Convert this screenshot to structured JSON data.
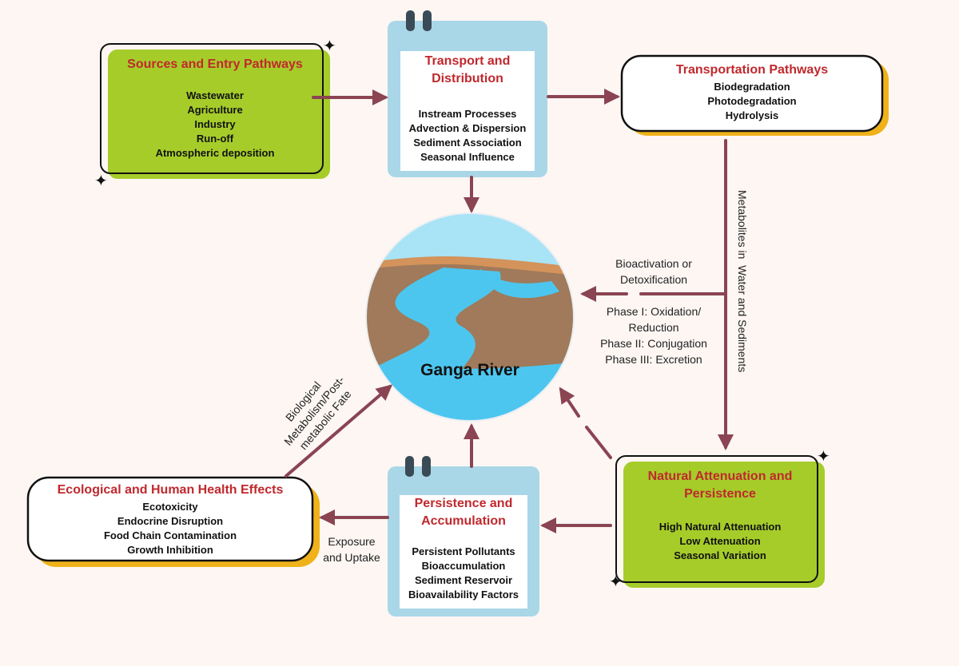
{
  "colors": {
    "background": "#fdf6f3",
    "arrow": "#8a4452",
    "green_box": "#a6cc2a",
    "orange_shadow": "#f0b21a",
    "clipboard_blue": "#a9d7e8",
    "title_red": "#c0282d",
    "river_water": "#4cc6ef",
    "river_bank": "#a07a5a",
    "sky": "#a9e3f6"
  },
  "sources": {
    "title": "Sources and Entry Pathways",
    "items": [
      "Wastewater",
      "Agriculture",
      "Industry",
      "Run-off",
      "Atmospheric deposition"
    ]
  },
  "transport": {
    "title_line1": "Transport and",
    "title_line2": "Distribution",
    "items": [
      "Instream Processes",
      "Advection & Dispersion",
      "Sediment Association",
      "Seasonal  Influence"
    ]
  },
  "pathways": {
    "title": "Transportation Pathways",
    "items": [
      "Biodegradation",
      "Photodegradation",
      "Hydrolysis"
    ]
  },
  "center": {
    "label": "Ganga River"
  },
  "metabolites_label": "Metabolites in  Water and Sediments",
  "bioactivation": {
    "line1": "Bioactivation or",
    "line2": "Detoxification"
  },
  "phases": [
    "Phase I: Oxidation/",
    "Reduction",
    "Phase II:  Conjugation",
    "Phase III: Excretion"
  ],
  "biological": {
    "line1": "Biological",
    "line2": "Metabolism/Post-",
    "line3": "metabolic Fate"
  },
  "effects": {
    "title": "Ecological and Human Health Effects",
    "items": [
      "Ecotoxicity",
      "Endocrine Disruption",
      "Food Chain Contamination",
      "Growth Inhibition"
    ]
  },
  "exposure": {
    "line1": "Exposure",
    "line2": "and Uptake"
  },
  "persistence": {
    "title_line1": "Persistence and",
    "title_line2": "Accumulation",
    "items": [
      "Persistent Pollutants",
      "Bioaccumulation",
      "Sediment Reservoir",
      "Bioavailability Factors"
    ]
  },
  "attenuation": {
    "title_line1": "Natural Attenuation and",
    "title_line2": "Persistence",
    "items": [
      "High Natural Attenuation",
      "Low Attenuation",
      "Seasonal Variation"
    ]
  }
}
